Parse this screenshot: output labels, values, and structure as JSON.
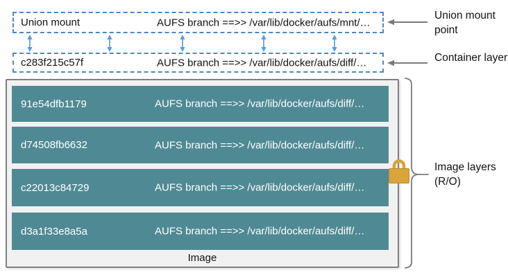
{
  "diagram": {
    "union_mount_box": {
      "label": "Union mount",
      "path": "AUFS branch ==>> /var/lib/docker/aufs/mnt/…"
    },
    "container_box": {
      "id": "c283f215c57f",
      "path": "AUFS branch ==>> /var/lib/docker/aufs/diff/…"
    },
    "image_box": {
      "caption": "Image",
      "layers": [
        {
          "id": "91e54dfb1179",
          "path": "AUFS branch ==>> /var/lib/docker/aufs/diff/…"
        },
        {
          "id": "d74508fb6632",
          "path": "AUFS branch ==>> /var/lib/docker/aufs/diff/…"
        },
        {
          "id": "c22013c84729",
          "path": "AUFS branch ==>> /var/lib/docker/aufs/diff/…"
        },
        {
          "id": "d3a1f33e8a5a",
          "path": "AUFS branch ==>> /var/lib/docker/aufs/diff/…"
        }
      ]
    },
    "callouts": {
      "union_mount_point": "Union mount point",
      "container_layer": "Container layer",
      "image_layers": "Image layers (R/O)"
    },
    "icons": {
      "lock": "lock-icon",
      "double_arrow": "double-arrow-icon",
      "callout_arrow": "left-arrow-icon",
      "brace": "right-curly-brace"
    },
    "colors": {
      "layer_teal": "#4F8A94",
      "dashed_blue": "#4B88C6",
      "arrow_blue": "#5B9BD5",
      "callout_gray": "#7A7A7A",
      "lock_gold": "#D9A43B",
      "image_box_fill": "#F1F1F1",
      "image_box_border": "#7F7F7F"
    }
  }
}
